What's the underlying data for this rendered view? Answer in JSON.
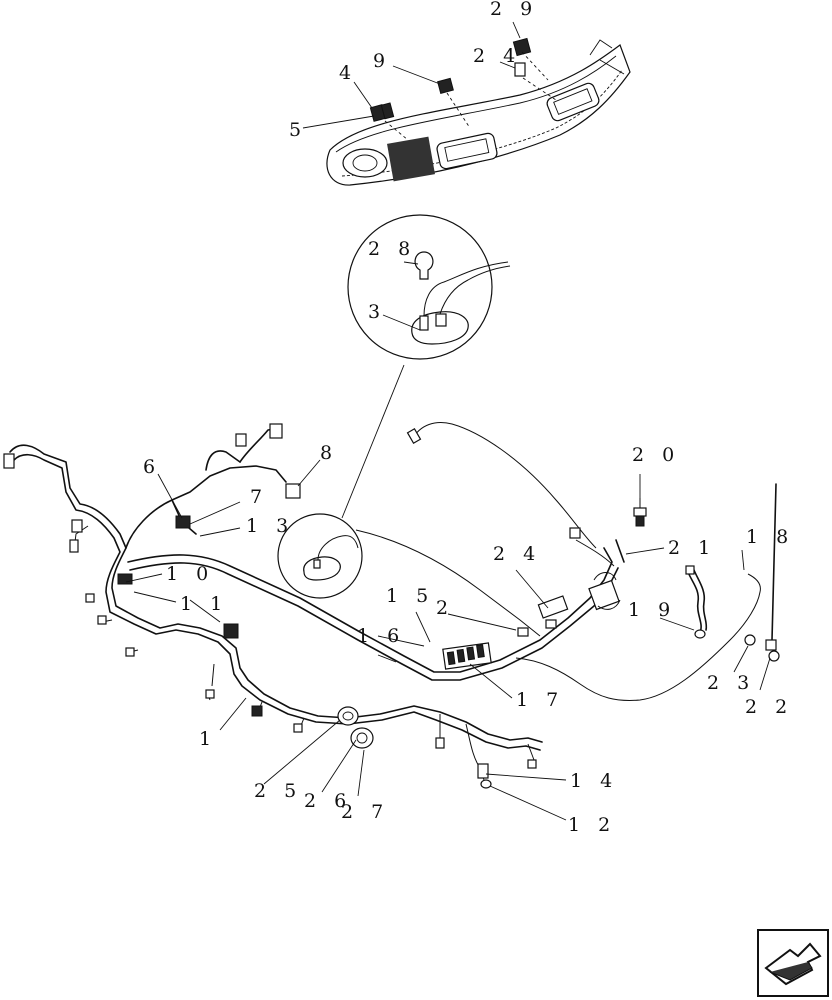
{
  "diagram": {
    "callouts": [
      {
        "id": "29",
        "label": "2 9"
      },
      {
        "id": "9",
        "label": "9"
      },
      {
        "id": "24a",
        "label": "2 4"
      },
      {
        "id": "4",
        "label": "4"
      },
      {
        "id": "5",
        "label": "5"
      },
      {
        "id": "28",
        "label": "2 8"
      },
      {
        "id": "3",
        "label": "3"
      },
      {
        "id": "8",
        "label": "8"
      },
      {
        "id": "6",
        "label": "6"
      },
      {
        "id": "7",
        "label": "7"
      },
      {
        "id": "13",
        "label": "1 3"
      },
      {
        "id": "20",
        "label": "2 0"
      },
      {
        "id": "10",
        "label": "1 0"
      },
      {
        "id": "11",
        "label": "1 1"
      },
      {
        "id": "24b",
        "label": "2 4"
      },
      {
        "id": "21",
        "label": "2 1"
      },
      {
        "id": "18",
        "label": "1 8"
      },
      {
        "id": "15",
        "label": "1 5"
      },
      {
        "id": "2",
        "label": "2"
      },
      {
        "id": "19",
        "label": "1 9"
      },
      {
        "id": "16",
        "label": "1 6"
      },
      {
        "id": "17",
        "label": "1 7"
      },
      {
        "id": "23",
        "label": "2 3"
      },
      {
        "id": "22",
        "label": "2 2"
      },
      {
        "id": "1",
        "label": "1"
      },
      {
        "id": "14",
        "label": "1 4"
      },
      {
        "id": "25",
        "label": "2 5"
      },
      {
        "id": "26",
        "label": "2 6"
      },
      {
        "id": "27",
        "label": "2 7"
      },
      {
        "id": "12",
        "label": "1 2"
      }
    ]
  },
  "colors": {
    "ink": "#111111",
    "background": "#ffffff"
  },
  "nav": {
    "icon": "next-page-arrow-icon"
  }
}
